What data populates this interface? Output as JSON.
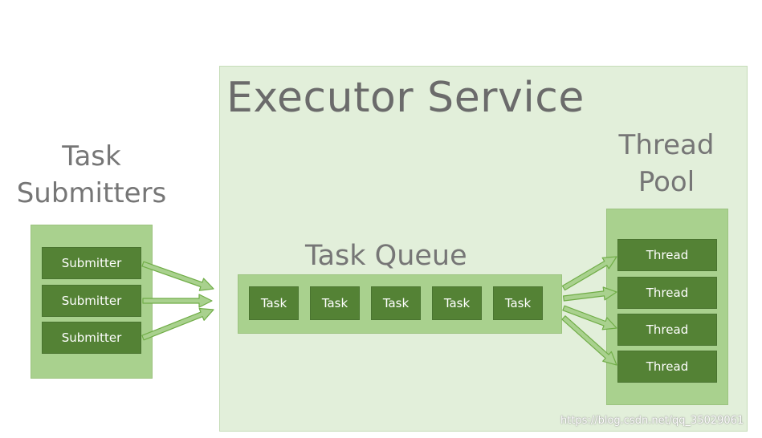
{
  "executor": {
    "title": "Executor Service"
  },
  "submitters": {
    "heading_line1": "Task",
    "heading_line2": "Submitters",
    "items": [
      "Submitter",
      "Submitter",
      "Submitter"
    ]
  },
  "queue": {
    "heading": "Task Queue",
    "items": [
      "Task",
      "Task",
      "Task",
      "Task",
      "Task"
    ]
  },
  "pool": {
    "heading_line1": "Thread",
    "heading_line2": "Pool",
    "items": [
      "Thread",
      "Thread",
      "Thread",
      "Thread"
    ]
  },
  "watermark": "https://blog.csdn.net/qq_35029061",
  "colors": {
    "container": "#e2efda",
    "panel": "#a9d18e",
    "box": "#548235",
    "arrow": "#a9d18e",
    "arrow_outline": "#70ad47"
  }
}
